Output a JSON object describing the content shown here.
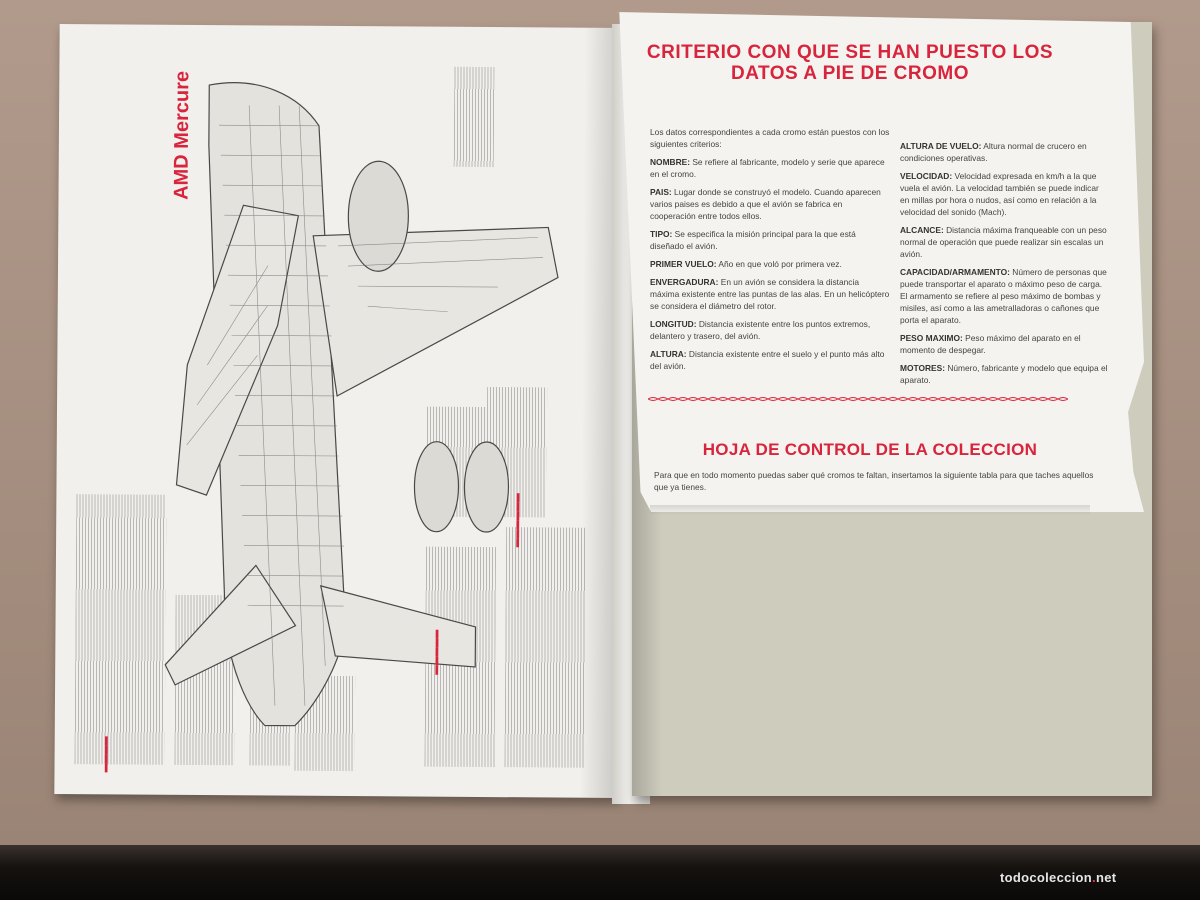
{
  "left_page": {
    "vertical_title": "AMD Mercure"
  },
  "right_page": {
    "title_line1": "CRITERIO CON QUE SE HAN PUESTO LOS",
    "title_line2": "DATOS A PIE DE CROMO",
    "intro": "Los datos correspondientes a cada cromo están puestos con los siguientes criterios:",
    "left_entries": [
      {
        "label": "NOMBRE:",
        "text": "Se refiere al fabricante, modelo y serie que aparece en el cromo."
      },
      {
        "label": "PAIS:",
        "text": "Lugar donde se construyó el modelo. Cuando aparecen varios paises es debido a que el avión se fabrica en cooperación entre todos ellos."
      },
      {
        "label": "TIPO:",
        "text": "Se especifica la misión principal para la que está diseñado el avión."
      },
      {
        "label": "PRIMER VUELO:",
        "text": "Año en que voló por primera vez."
      },
      {
        "label": "ENVERGADURA:",
        "text": "En un avión se considera la distancia máxima existente entre las puntas de las alas. En un helicóptero se considera el diámetro del rotor."
      },
      {
        "label": "LONGITUD:",
        "text": "Distancia existente entre los puntos extremos, delantero y trasero, del avión."
      },
      {
        "label": "ALTURA:",
        "text": "Distancia existente entre el suelo y el punto más alto del avión."
      }
    ],
    "right_entries": [
      {
        "label": "ALTURA DE VUELO:",
        "text": "Altura normal de crucero en condiciones operativas."
      },
      {
        "label": "VELOCIDAD:",
        "text": "Velocidad expresada en km/h a la que vuela el avión. La velocidad también se puede indicar en millas por hora o nudos, así como en relación a la velocidad del sonido (Mach)."
      },
      {
        "label": "ALCANCE:",
        "text": "Distancia máxima franqueable con un peso normal de operación que puede realizar sin escalas un avión."
      },
      {
        "label": "CAPACIDAD/ARMAMENTO:",
        "text": "Número de personas que puede transportar el aparato o máximo peso de carga. El armamento se refiere al peso máximo de bombas y misiles, así como a las ametralladoras o cañones que porta el aparato."
      },
      {
        "label": "PESO MAXIMO:",
        "text": "Peso máximo del aparato en el momento de despegar."
      },
      {
        "label": "MOTORES:",
        "text": "Número, fabricante y modelo que equipa el aparato."
      }
    ],
    "section_title": "HOJA DE CONTROL DE LA COLECCION",
    "section_text": "Para que en todo momento puedas saber qué cromos te faltan, insertamos la siguiente tabla para que taches aquellos que ya tienes."
  },
  "watermark": {
    "prefix": "todocoleccion",
    "dot": ".",
    "suffix": "net"
  },
  "colors": {
    "accent_red": "#d8243c",
    "table": "#a58f80",
    "paper": "#f4f3ef",
    "cardboard": "#ceccbd"
  }
}
